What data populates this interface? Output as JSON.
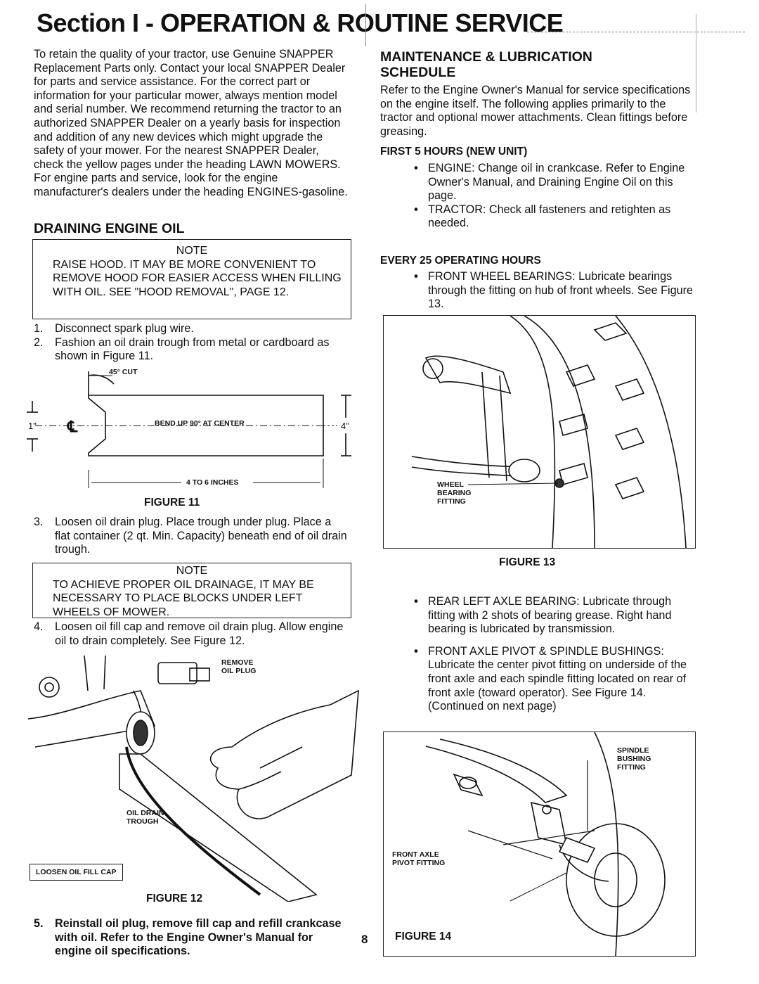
{
  "header": {
    "title": "Section I - OPERATION & ROUTINE SERVICE"
  },
  "left": {
    "intro": "To retain the quality of your tractor, use Genuine SNAPPER Replacement Parts only. Contact your local SNAPPER Dealer for parts and service assistance. For the correct part or information for your particular mower, always mention model and serial number. We recommend returning the tractor to an authorized SNAPPER Dealer on a yearly basis for inspection and addition of any new devices which might upgrade the safety of your mower. For the nearest SNAPPER Dealer, check the yellow pages under the heading LAWN MOWERS. For engine parts and service, look for the engine manufacturer's dealers under the heading ENGINES-gasoline.",
    "draining_heading": "DRAINING ENGINE OIL",
    "note1": {
      "title": "NOTE",
      "body": "RAISE HOOD. IT MAY BE MORE CONVENIENT TO REMOVE HOOD FOR EASIER ACCESS WHEN FILLING WITH OIL. SEE \"HOOD REMOVAL\", PAGE 12."
    },
    "step1": {
      "n": "1.",
      "text": "Disconnect spark plug wire."
    },
    "step2": {
      "n": "2.",
      "text": "Fashion an oil drain trough from metal or cardboard as shown in Figure 11."
    },
    "fig11": {
      "cut_label": "45° CUT",
      "bend_label": "BEND UP 90° AT CENTER",
      "width_label": "4 TO 6 INCHES",
      "left_dim": "1\"",
      "right_dim": "4\"",
      "caption": "FIGURE 11"
    },
    "step3": {
      "n": "3.",
      "text": "Loosen oil drain plug. Place trough under plug. Place a flat container (2 qt. Min. Capacity) beneath end of oil drain trough."
    },
    "note2": {
      "title": "NOTE",
      "body": "TO ACHIEVE PROPER OIL DRAINAGE, IT MAY BE NECESSARY TO PLACE BLOCKS UNDER LEFT WHEELS OF MOWER."
    },
    "step4": {
      "n": "4.",
      "text": "Loosen oil fill cap and remove oil drain plug. Allow engine oil to drain completely. See Figure 12."
    },
    "fig12": {
      "remove_label": "REMOVE OIL PLUG",
      "trough_label": "OIL DRAIN TROUGH",
      "cap_label": "LOOSEN OIL FILL CAP",
      "caption": "FIGURE 12"
    },
    "step5": {
      "n": "5.",
      "text": "Reinstall oil plug, remove fill cap and refill crankcase with oil. Refer to the Engine Owner's Manual for engine oil specifications."
    }
  },
  "right": {
    "maint_heading": "MAINTENANCE & LUBRICATION SCHEDULE",
    "maint_intro": "Refer to the Engine Owner's Manual for service specifications on the engine itself. The following applies primarily to the tractor and optional mower attachments. Clean fittings before greasing.",
    "first5_heading": "FIRST 5 HOURS (NEW UNIT)",
    "first5_items": [
      "ENGINE: Change oil in crankcase. Refer to Engine Owner's Manual, and Draining Engine Oil on this page.",
      "TRACTOR: Check all fasteners and retighten as needed."
    ],
    "every25_heading": "EVERY 25 OPERATING HOURS",
    "every25_items": [
      "FRONT WHEEL BEARINGS: Lubricate bearings through the fitting on hub of front wheels. See Figure 13."
    ],
    "fig13": {
      "label": "WHEEL BEARING FITTING",
      "caption": "FIGURE 13"
    },
    "more_items": [
      "REAR LEFT AXLE BEARING: Lubricate through fitting with 2 shots of bearing grease. Right hand bearing is lubricated by transmission.",
      "FRONT AXLE PIVOT & SPINDLE BUSHINGS: Lubricate the center pivot fitting on underside of the front axle and each spindle fitting located on rear of front axle (toward operator). See Figure 14. (Continued on next page)"
    ],
    "fig14": {
      "spindle_label": "SPINDLE BUSHING FITTING",
      "pivot_label": "FRONT AXLE PIVOT FITTING",
      "caption": "FIGURE 14"
    }
  },
  "footer": {
    "page_number": "8"
  }
}
